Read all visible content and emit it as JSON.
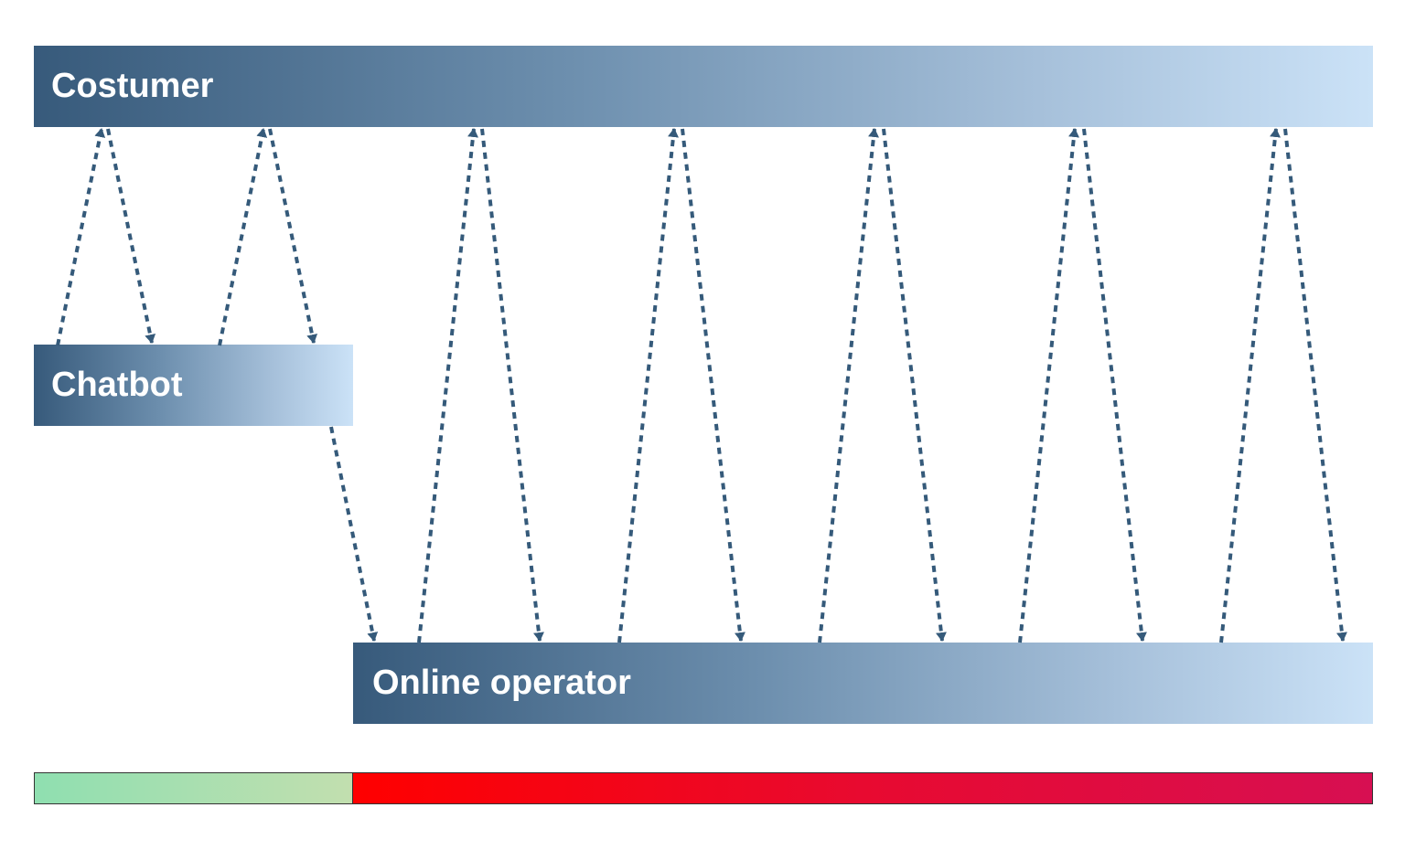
{
  "lanes": {
    "costumer": "Costumer",
    "chatbot": "Chatbot",
    "operator": "Online operator"
  },
  "colors": {
    "arrow": "#355a7a",
    "lane_dark": "#375a7b",
    "lane_light": "#cbe2f7",
    "timeline_bot": "#8fdfb0",
    "timeline_operator": "#ff0000"
  },
  "messages": [
    {
      "from": "chatbot",
      "to": "costumer"
    },
    {
      "from": "costumer",
      "to": "chatbot"
    },
    {
      "from": "chatbot",
      "to": "costumer"
    },
    {
      "from": "costumer",
      "to": "chatbot"
    },
    {
      "from": "chatbot",
      "to": "operator"
    },
    {
      "from": "operator",
      "to": "costumer"
    },
    {
      "from": "costumer",
      "to": "operator"
    },
    {
      "from": "operator",
      "to": "costumer"
    },
    {
      "from": "costumer",
      "to": "operator"
    },
    {
      "from": "operator",
      "to": "costumer"
    },
    {
      "from": "costumer",
      "to": "operator"
    },
    {
      "from": "operator",
      "to": "costumer"
    },
    {
      "from": "costumer",
      "to": "operator"
    },
    {
      "from": "operator",
      "to": "costumer"
    },
    {
      "from": "costumer",
      "to": "operator"
    }
  ]
}
